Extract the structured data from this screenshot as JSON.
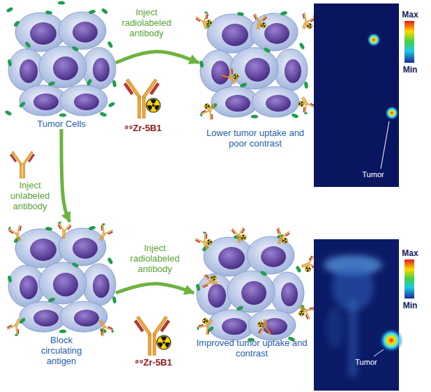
{
  "diagram": {
    "nodes": [
      {
        "text": [
          "Tumor Cells"
        ]
      },
      {
        "text": [
          "Lower tumor uptake and poor contrast"
        ]
      },
      {
        "text": [
          "Block circulating antigen"
        ]
      },
      {
        "text": [
          "Improved tumor uptake and contrast"
        ]
      }
    ],
    "edges": [
      {
        "from": 0,
        "to": 1,
        "arrow": "to",
        "label": "Inject radiolabeled antibody"
      },
      {
        "from": 0,
        "to": 2,
        "arrow": "to",
        "label": "Inject unlabeled antibody"
      },
      {
        "from": 2,
        "to": 3,
        "arrow": "to",
        "label": "Inject radiolabeled antibody"
      }
    ],
    "labels": [
      "⁸⁹Zr-5B1",
      "Max",
      "Min",
      "Tumor",
      "⁸⁹Zr-5B1",
      "Max",
      "Min",
      "Tumor"
    ]
  }
}
